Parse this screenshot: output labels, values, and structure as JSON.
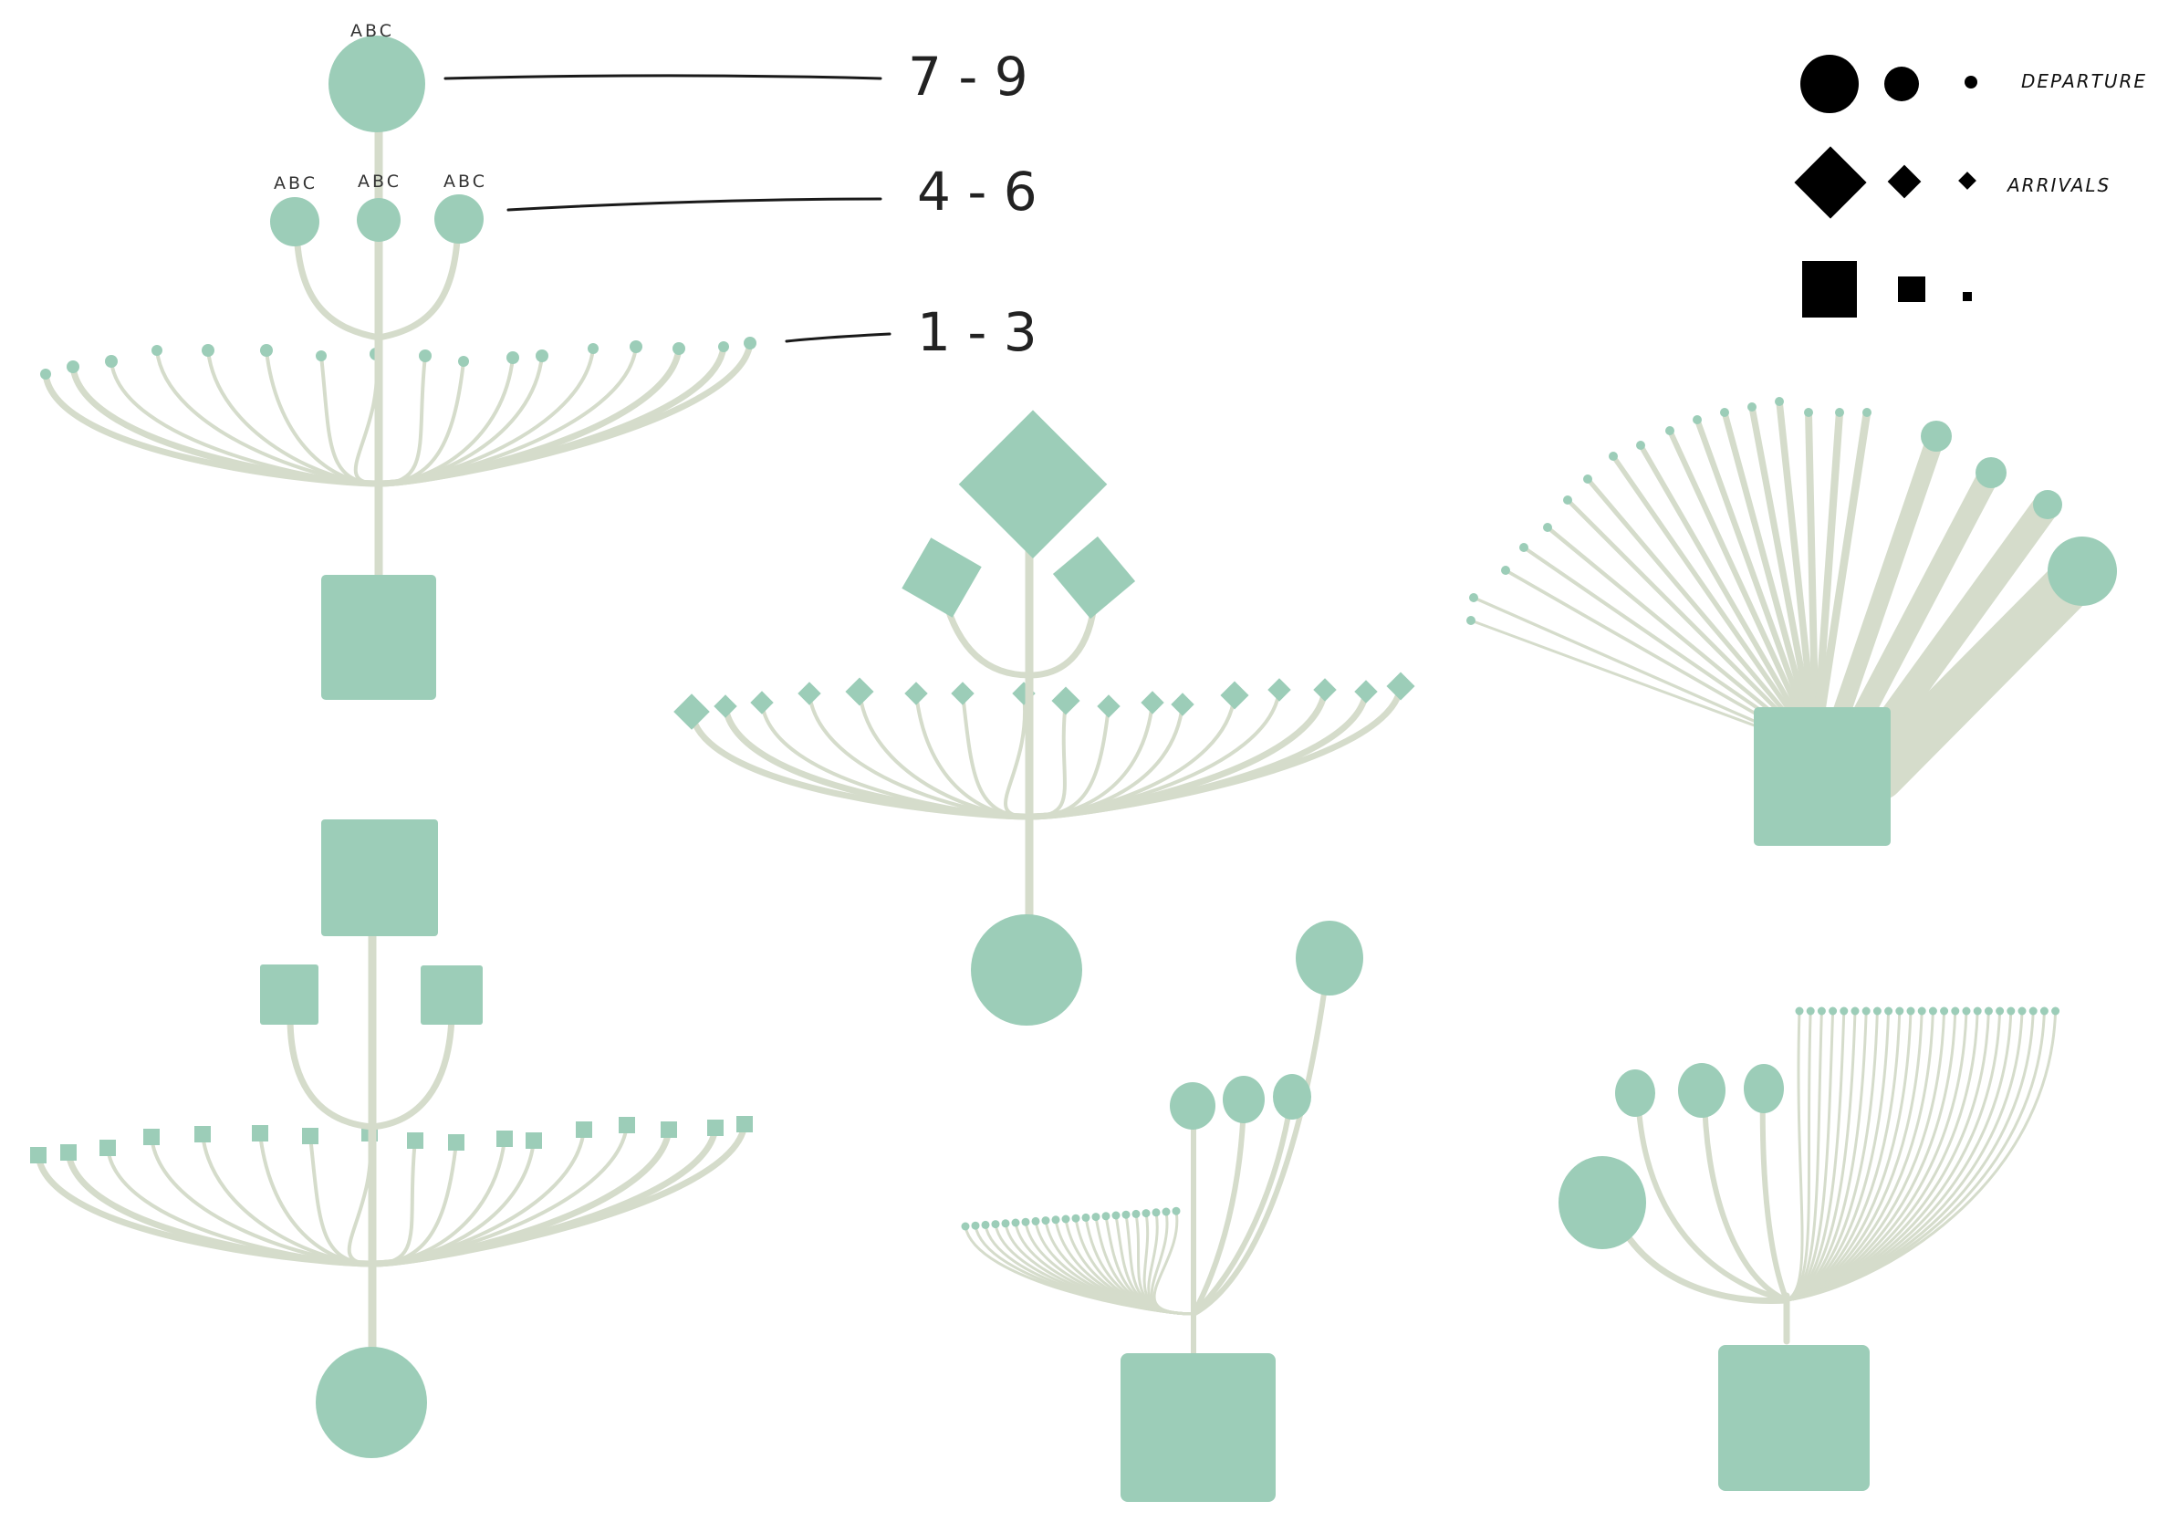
{
  "colors": {
    "node": "#9ccdb8",
    "stem": "#d5dccb",
    "stem_light": "#e8ece2",
    "ink": "#000000"
  },
  "level_labels": [
    {
      "text": "7 - 9"
    },
    {
      "text": "4 - 6"
    },
    {
      "text": "1 - 3"
    }
  ],
  "node_labels": [
    "ABC",
    "ABC",
    "ABC",
    "ABC"
  ],
  "legend": {
    "departure": "DEPARTURE",
    "arrivals": "ARRIVALS"
  }
}
